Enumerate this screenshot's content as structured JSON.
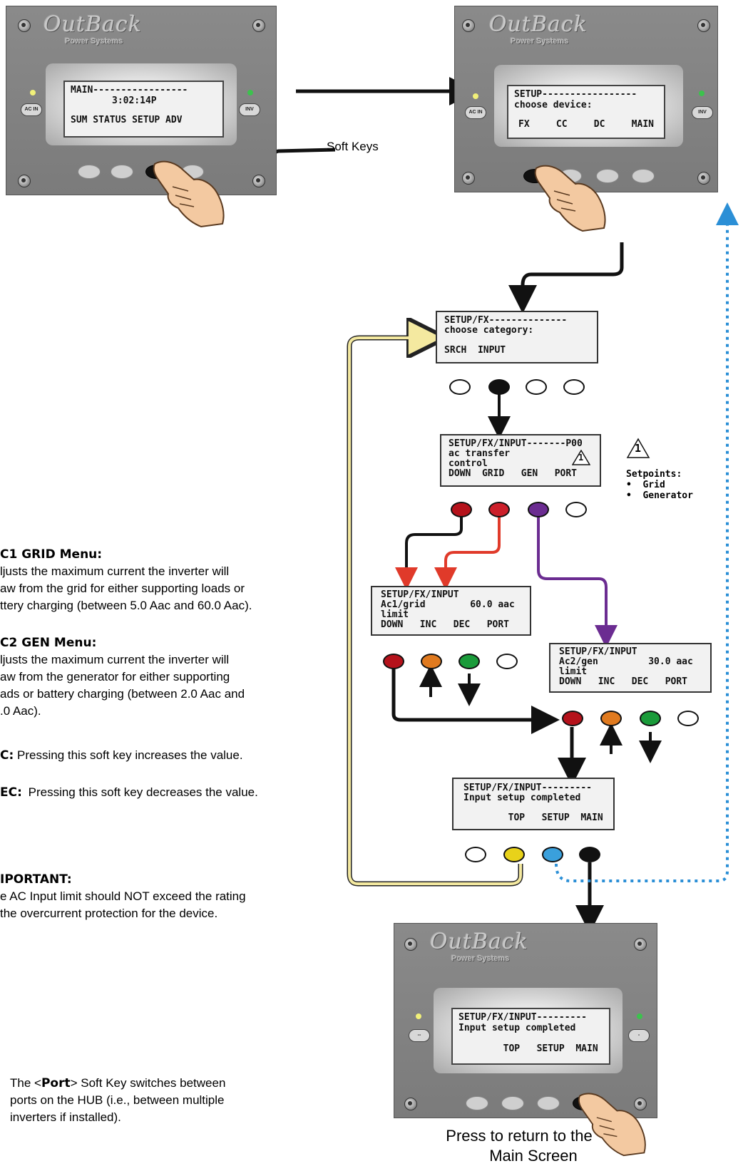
{
  "brand": {
    "logo": "OutBack",
    "sub": "Power Systems"
  },
  "device_main": {
    "lcd": {
      "line1": "MAIN-----------------",
      "line2": "3:02:14P",
      "line3": "SUM STATUS SETUP ADV"
    },
    "left_chip": "AC IN",
    "right_chip": "INV"
  },
  "device_setup": {
    "lcd": {
      "line1": "SETUP-----------------",
      "line2": "choose device:",
      "keys": [
        "FX",
        "CC",
        "DC",
        "MAIN"
      ]
    },
    "left_chip": "AC IN",
    "right_chip": "INV"
  },
  "soft_keys_label": "Soft Keys",
  "screen_fx": {
    "line1": "SETUP/FX--------------",
    "line2": "choose category:",
    "keys": "SRCH  INPUT"
  },
  "screen_input": {
    "line1": "SETUP/FX/INPUT-------P00",
    "line2": "ac transfer",
    "line3": "control",
    "keys": "DOWN  GRID   GEN   PORT",
    "warn": "1"
  },
  "setpoints": {
    "warn": "1",
    "title": "Setpoints:",
    "items": [
      "Grid",
      "Generator"
    ]
  },
  "screen_ac1": {
    "line1": "SETUP/FX/INPUT",
    "line2": "Ac1/grid        60.0 aac",
    "line3": "limit",
    "keys": "DOWN   INC   DEC   PORT"
  },
  "screen_ac2": {
    "line1": "SETUP/FX/INPUT",
    "line2": "Ac2/gen         30.0 aac",
    "line3": "limit",
    "keys": "DOWN   INC   DEC   PORT"
  },
  "screen_done": {
    "line1": "SETUP/FX/INPUT---------",
    "line2": "Input setup completed",
    "keys": "        TOP   SETUP  MAIN"
  },
  "device_final": {
    "lcd": {
      "line1": "SETUP/FX/INPUT---------",
      "line2": "Input setup completed",
      "keys": "        TOP   SETUP  MAIN"
    },
    "left_chip": "--",
    "right_chip": "-"
  },
  "return_label": [
    "Press to return to the",
    "Main Screen"
  ],
  "notes": {
    "ac1_title": "C1 GRID Menu:",
    "ac1_lines": [
      "ljusts the maximum current the inverter will",
      "aw from the grid for either supporting loads or",
      "ttery charging (between 5.0 Aac and 60.0 Aac)."
    ],
    "ac2_title": "C2 GEN Menu:",
    "ac2_lines": [
      "ljusts the maximum current the inverter will",
      "aw from the generator for either supporting",
      "ads or battery charging (between 2.0 Aac and",
      ".0 Aac)."
    ],
    "inc_title": "C:",
    "inc_text": "Pressing this soft key increases the value.",
    "dec_title": "EC:",
    "dec_text": "Pressing this soft key decreases the value.",
    "important_title": "IPORTANT:",
    "important_lines": [
      "e AC Input limit should NOT exceed the rating",
      "the overcurrent protection for the device."
    ],
    "port_pre": "The <",
    "port_key": "Port",
    "port_post": "> Soft Key switches between",
    "port_lines": [
      "ports on the HUB (i.e., between multiple",
      "inverters if installed)."
    ]
  },
  "colors": {
    "red": "#b5121b",
    "orange": "#e07a1f",
    "green": "#1a9b3a",
    "purple": "#6b2c91",
    "yellow": "#e8d21a",
    "blue": "#3aa0dc",
    "dotted": "#2b8fd6"
  }
}
